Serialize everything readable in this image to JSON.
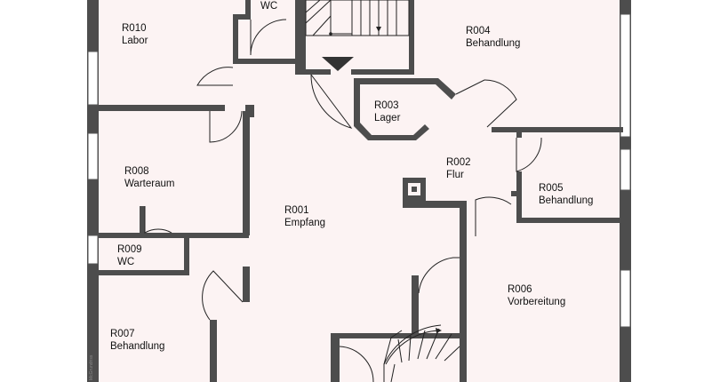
{
  "floorplan": {
    "rooms": [
      {
        "id": "R010",
        "name": "Labor"
      },
      {
        "id": "",
        "name": "WC"
      },
      {
        "id": "R004",
        "name": "Behandlung"
      },
      {
        "id": "R003",
        "name": "Lager"
      },
      {
        "id": "R002",
        "name": "Flur"
      },
      {
        "id": "R008",
        "name": "Warteraum"
      },
      {
        "id": "R005",
        "name": "Behandlung"
      },
      {
        "id": "R001",
        "name": "Empfang"
      },
      {
        "id": "R009",
        "name": "WC"
      },
      {
        "id": "R006",
        "name": "Vorbereitung"
      },
      {
        "id": "R007",
        "name": "Behandlung"
      }
    ],
    "credit": "McGrundriss",
    "colors": {
      "floor": "#fcf3f3",
      "wall": "#4d4d4d",
      "window": "#ffffff"
    }
  }
}
